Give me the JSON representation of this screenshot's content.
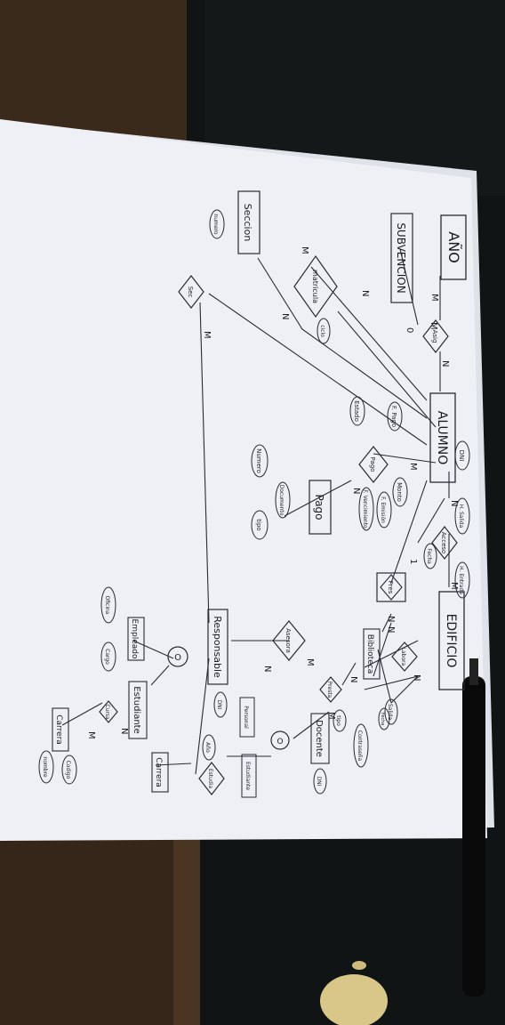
{
  "entities": {
    "ano": "AÑO",
    "subvencion": "SUBVENCION",
    "seccion": "Seccion",
    "alumno": "ALUMNO",
    "edificio": "EDIFICIO",
    "pago": "Pago",
    "responsable": "Responsable",
    "docente": "Docente",
    "estudiante": "Estudiante",
    "empleado": "Empleado",
    "carrera": "Carrera",
    "carrera2": "Carrera",
    "biblioteca": "Biblioteca"
  },
  "relationships": {
    "asig": "Asig",
    "matricula": "matricula",
    "seccion_rel": "Sec",
    "pago_rel": "Pago",
    "acceso": "Acceso",
    "pres": "Pres",
    "asesora": "Asesora",
    "labora": "Labora",
    "presta": "Presta",
    "estudia": "Estudia",
    "cursa": "Cursa"
  },
  "attributes": {
    "dni_alumno": "DNI",
    "h_salida": "H. Salida",
    "h_entrada": "H. Entrada",
    "fecha_acceso": "Fecha",
    "f_pago": "F. Pago",
    "estado": "Estado",
    "monto": "Monto",
    "f_emision": "F. Emisión",
    "f_vencimiento": "F. Vencimiento",
    "documento": "Documento",
    "numero": "Numero",
    "tipo": "tipo",
    "ciclo": "ciclo",
    "numero_seccion": "numero",
    "dni_resp": "DNI",
    "dni_doc": "DNI",
    "ano_estudia": "Año",
    "codigo": "Codigo",
    "nombre": "nombre",
    "oficina": "Oficina",
    "cargo": "Cargo",
    "salida": "Salida",
    "fecha_bib": "Fecha",
    "contrasena": "Contraseña",
    "tipo_bib": "tipo",
    "personal": "Personal",
    "estudiante_attr": "Estudiante"
  },
  "cardinalities": {
    "m": "M",
    "n": "N",
    "one": "1",
    "zero": "0"
  },
  "generalization": {
    "symbol": "O"
  }
}
